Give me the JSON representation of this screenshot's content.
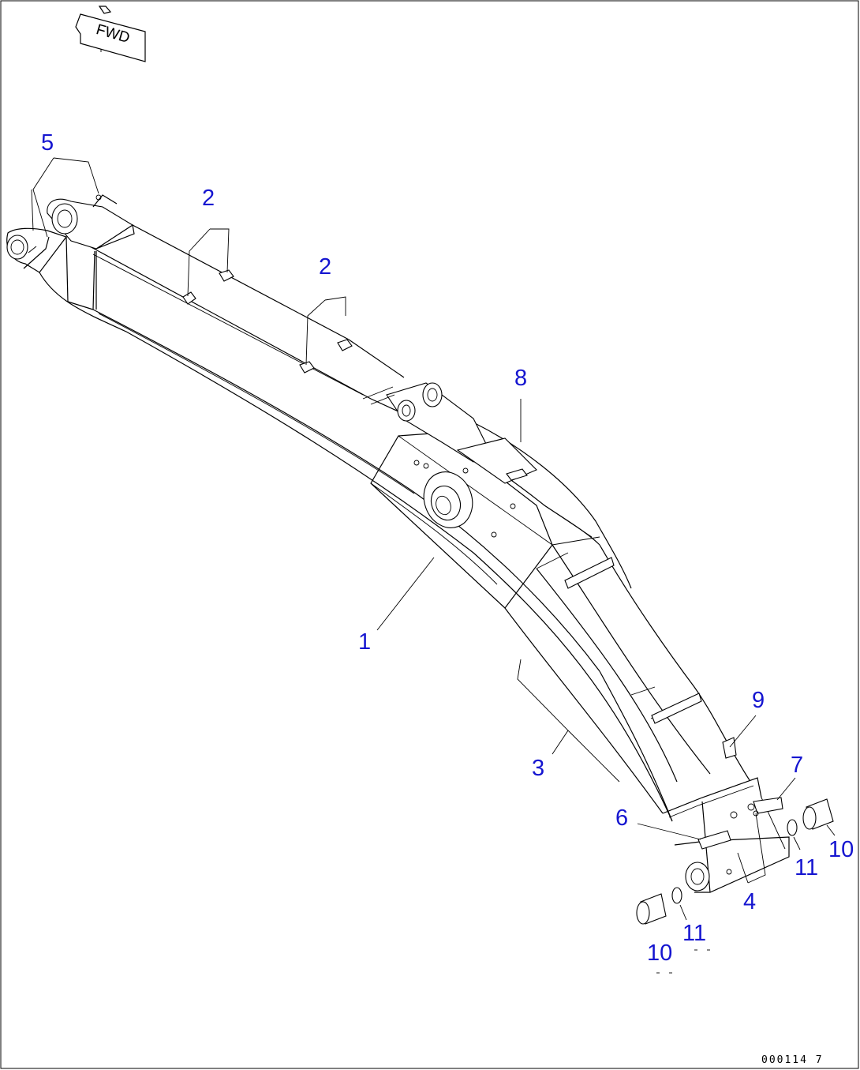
{
  "orientation_label": "FWD",
  "callouts": [
    {
      "id": "c1",
      "text": "1"
    },
    {
      "id": "c2a",
      "text": "2"
    },
    {
      "id": "c2b",
      "text": "2"
    },
    {
      "id": "c3",
      "text": "3"
    },
    {
      "id": "c4",
      "text": "4"
    },
    {
      "id": "c5",
      "text": "5"
    },
    {
      "id": "c6",
      "text": "6"
    },
    {
      "id": "c7",
      "text": "7"
    },
    {
      "id": "c8",
      "text": "8"
    },
    {
      "id": "c9",
      "text": "9"
    },
    {
      "id": "c10a",
      "text": "10"
    },
    {
      "id": "c10b",
      "text": "10"
    },
    {
      "id": "c11a",
      "text": "11"
    },
    {
      "id": "c11b",
      "text": "11"
    }
  ],
  "drawing_number": "000114 7",
  "colors": {
    "callout": "#1515d0",
    "line": "#000000",
    "background": "#ffffff"
  }
}
